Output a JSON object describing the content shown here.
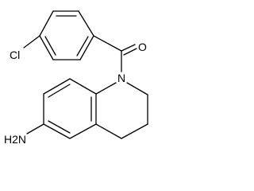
{
  "molecule": {
    "labels": {
      "chlorine": "Cl",
      "oxygen": "O",
      "nitrogen": "N",
      "amine": "H2N"
    },
    "colors": {
      "bond": "#000000",
      "label": "#000000",
      "background": "#ffffff"
    }
  }
}
